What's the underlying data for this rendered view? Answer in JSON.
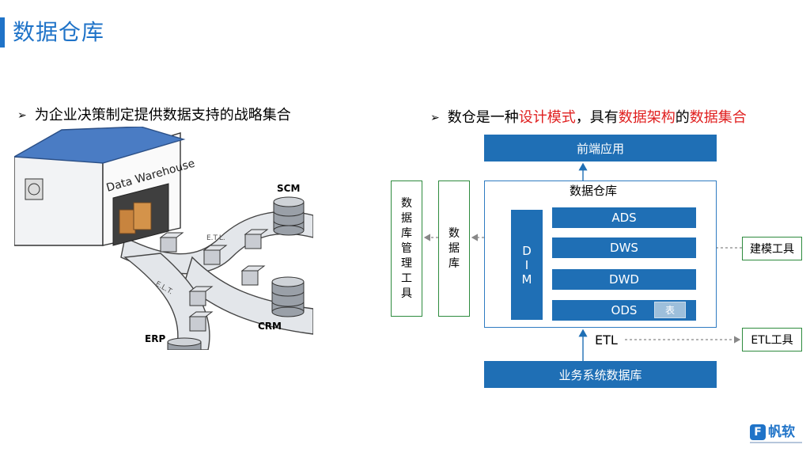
{
  "page": {
    "title": "数据仓库"
  },
  "left": {
    "bullet": "为企业决策制定提供数据支持的战略集合",
    "illustration": {
      "warehouse_sign": "Data Warehouse",
      "etl_upper": "E.T.L.",
      "etl_lower": "E.L.T.",
      "sources": [
        "SCM",
        "CRM",
        "ERP"
      ]
    }
  },
  "right": {
    "bullet": {
      "part1": "数仓是一种",
      "part2": "设计模式",
      "part3": "，具有",
      "part4": "数据架构",
      "part5": "的",
      "part6": "数据集合"
    },
    "frontend": "前端应用",
    "warehouse_label": "数据仓库",
    "dim": [
      "D",
      "I",
      "M"
    ],
    "layers": {
      "ads": "ADS",
      "dws": "DWS",
      "dwd": "DWD",
      "ods": "ODS"
    },
    "table_tag": "表",
    "business_db": "业务系统数据库",
    "etl_label": "ETL",
    "db_mgmt_tool": [
      "数",
      "据",
      "库",
      "管",
      "理",
      "工",
      "具"
    ],
    "database": [
      "数",
      "据",
      "库"
    ],
    "modeling_tool": "建模工具",
    "etl_tool": "ETL工具",
    "colors": {
      "blue": "#1f6fb5",
      "green_border": "#2e8b3e",
      "highlight_red": "#e02020"
    }
  },
  "logo": {
    "mark": "F",
    "name": "帆软"
  }
}
